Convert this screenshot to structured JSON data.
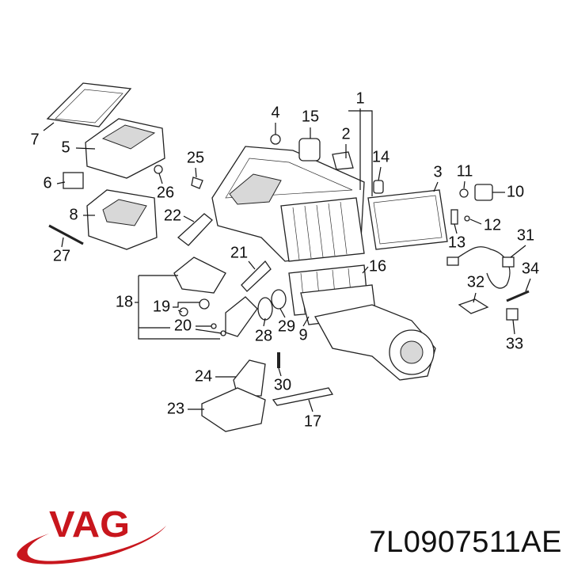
{
  "brand": {
    "logo_text": "VAG",
    "logo_color": "#c8161d"
  },
  "part_number": "7L0907511AE",
  "callouts": [
    "1",
    "2",
    "3",
    "4",
    "5",
    "6",
    "7",
    "8",
    "9",
    "10",
    "11",
    "12",
    "13",
    "14",
    "15",
    "16",
    "17",
    "18",
    "19",
    "20",
    "21",
    "22",
    "23",
    "24",
    "25",
    "26",
    "27",
    "28",
    "29",
    "30",
    "31",
    "32",
    "33",
    "34"
  ]
}
